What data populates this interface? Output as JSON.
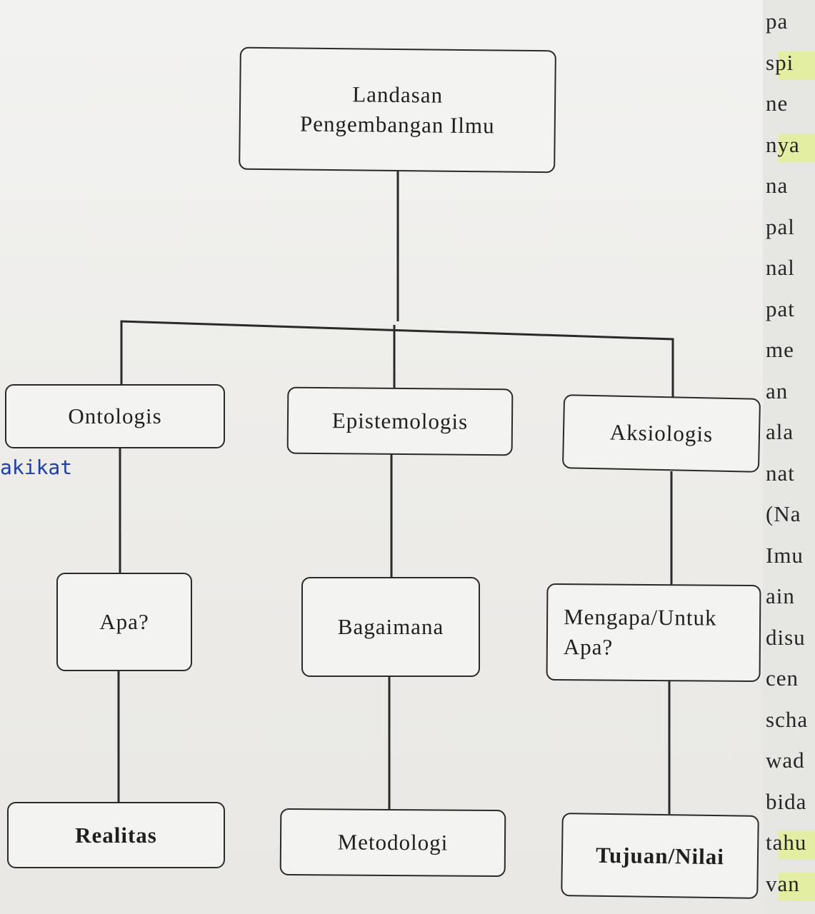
{
  "diagram": {
    "root": {
      "lines": [
        "Landasan",
        "Pengembangan Ilmu"
      ]
    },
    "branches": [
      {
        "name": "Ontologis",
        "question": [
          "Apa?"
        ],
        "result": "Realitas"
      },
      {
        "name": "Epistemologis",
        "question": [
          "Bagaimana"
        ],
        "result": "Metodologi"
      },
      {
        "name": "Aksiologis",
        "question": [
          "Mengapa/Untuk",
          "Apa?"
        ],
        "result": "Tujuan/Nilai"
      }
    ]
  },
  "handwritten_note": "akikat",
  "right_strip": [
    "pa",
    "spi",
    "ne",
    "nya",
    "na",
    "pal",
    "nal",
    "pat",
    "me",
    "an",
    "ala",
    "nat",
    "(Na",
    "Imu",
    "ain",
    "disu",
    "cen",
    "scha",
    "wad",
    "bida",
    "tahu",
    "van"
  ],
  "colors": {
    "ink": "#2a2a2a",
    "pen": "#1a3fb5",
    "highlighter": "#e1f08c"
  }
}
